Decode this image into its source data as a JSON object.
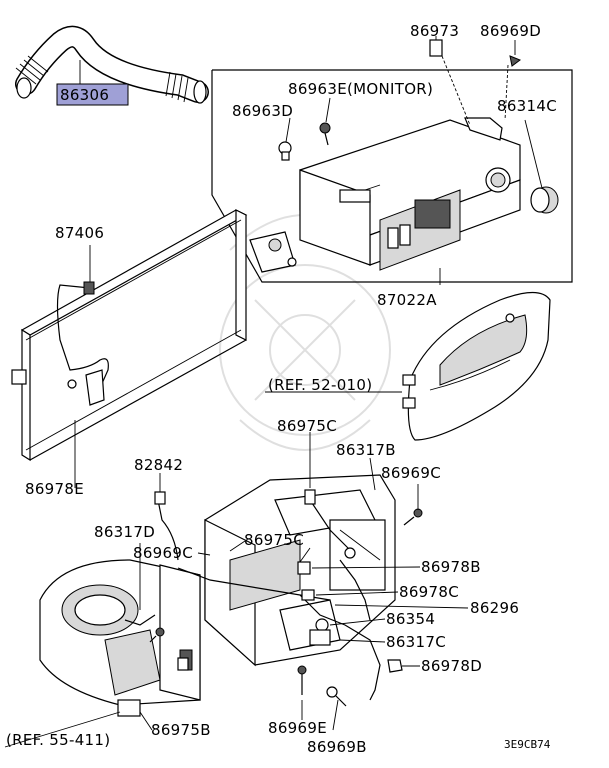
{
  "labels": {
    "hose": "86306",
    "bracket_top": "86973",
    "screw_top_right": "86969D",
    "screw_monitor": "86963E(MONITOR)",
    "screw_left": "86963D",
    "knob": "86314C",
    "condenser_pipe": "87406",
    "control_unit": "87022A",
    "clip_left": "86978E",
    "ref_52": "(REF. 52-010)",
    "sensor": "82842",
    "harness_b": "86317B",
    "conn_c_top": "86975C",
    "screw_c": "86969C",
    "harness_d": "86317D",
    "screw_c_left": "86969C",
    "conn_c_mid": "86975C",
    "clip_b": "86978B",
    "clip_c": "86978C",
    "clip_296": "86296",
    "part_354": "86354",
    "harness_c": "86317C",
    "clip_d": "86978D",
    "screw_e": "86969E",
    "screw_b": "86969B",
    "conn_b": "86975B",
    "ref_55": "(REF. 55-411)",
    "diagram_code": "3E9CB74"
  },
  "highlight_color": "#9fa0d6"
}
